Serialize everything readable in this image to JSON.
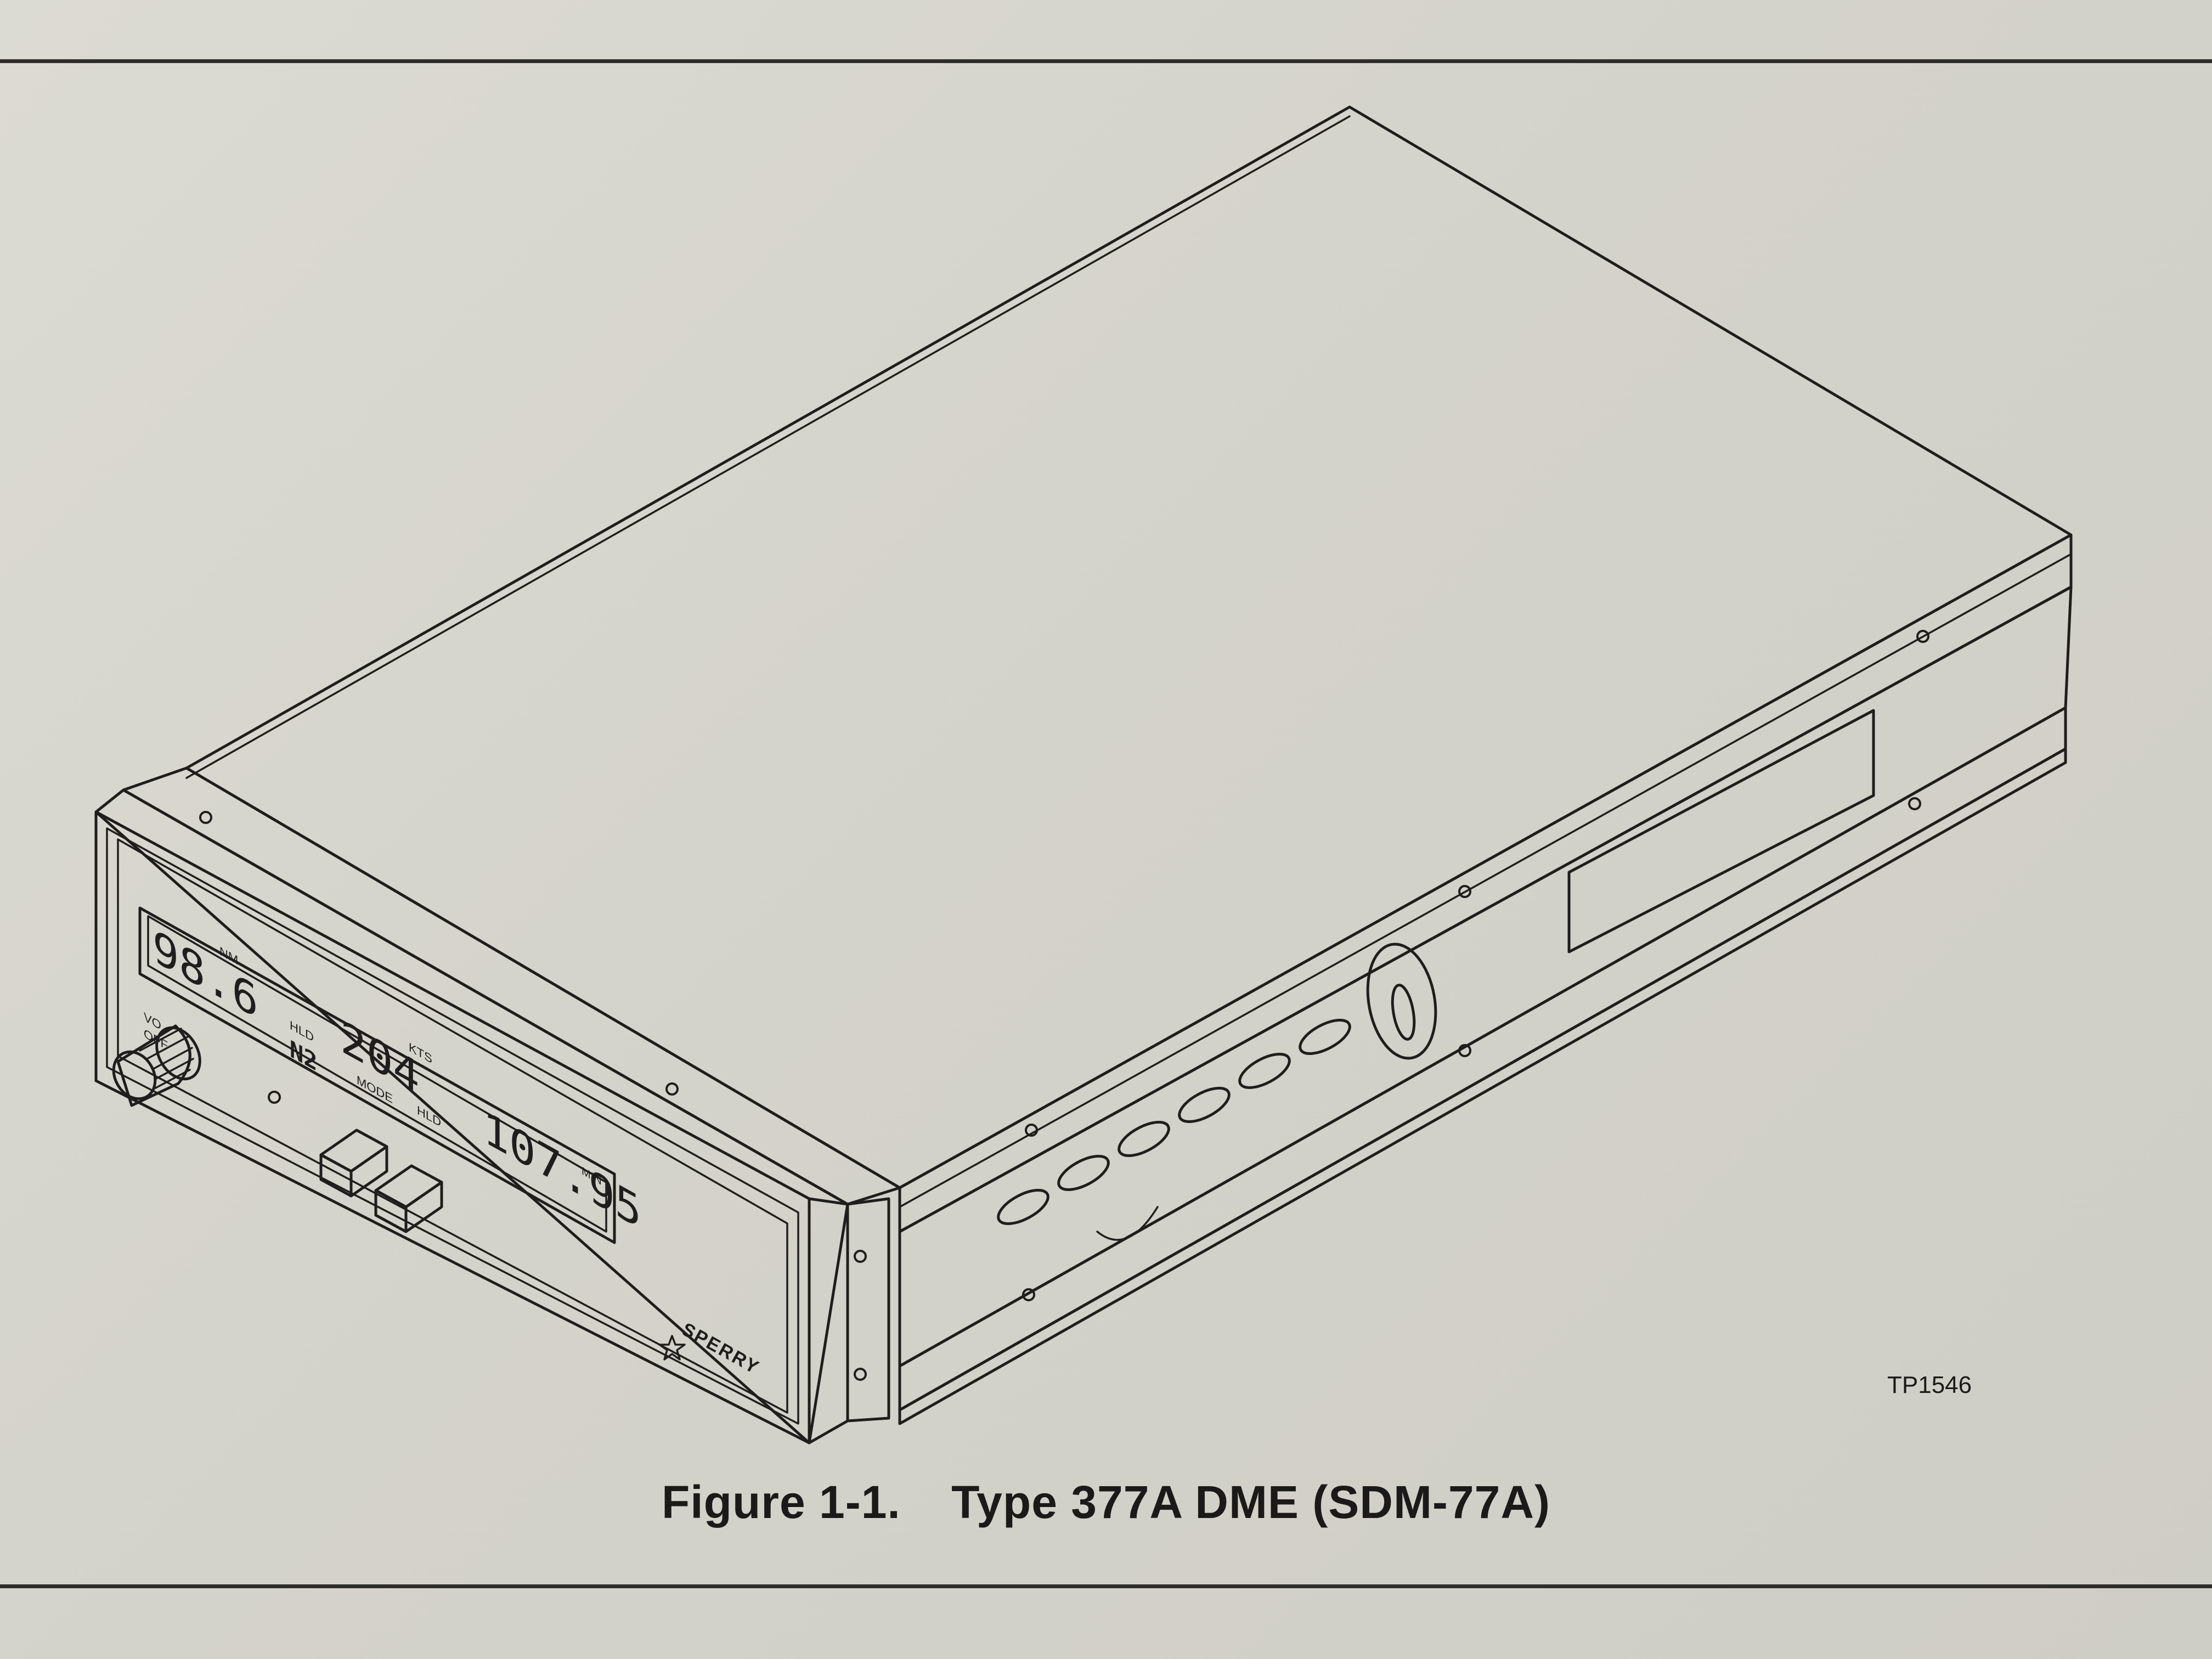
{
  "figure": {
    "number": "Figure 1-1.",
    "title": "Type 377A DME (SDM-77A)",
    "id_code": "TP1546"
  },
  "device": {
    "brand": "SPERRY",
    "knob_label_top": "VO",
    "knob_label_bottom": "OFF",
    "display": {
      "distance_value": "98.6",
      "distance_unit": "NM",
      "hold_label_1": "HLD",
      "nav_label": "N2",
      "speed_value": "204",
      "speed_unit": "KTS",
      "mode_label": "MODE",
      "hold_label_2": "HLD",
      "freq_value": "107.95",
      "freq_unit": "MIN"
    }
  }
}
